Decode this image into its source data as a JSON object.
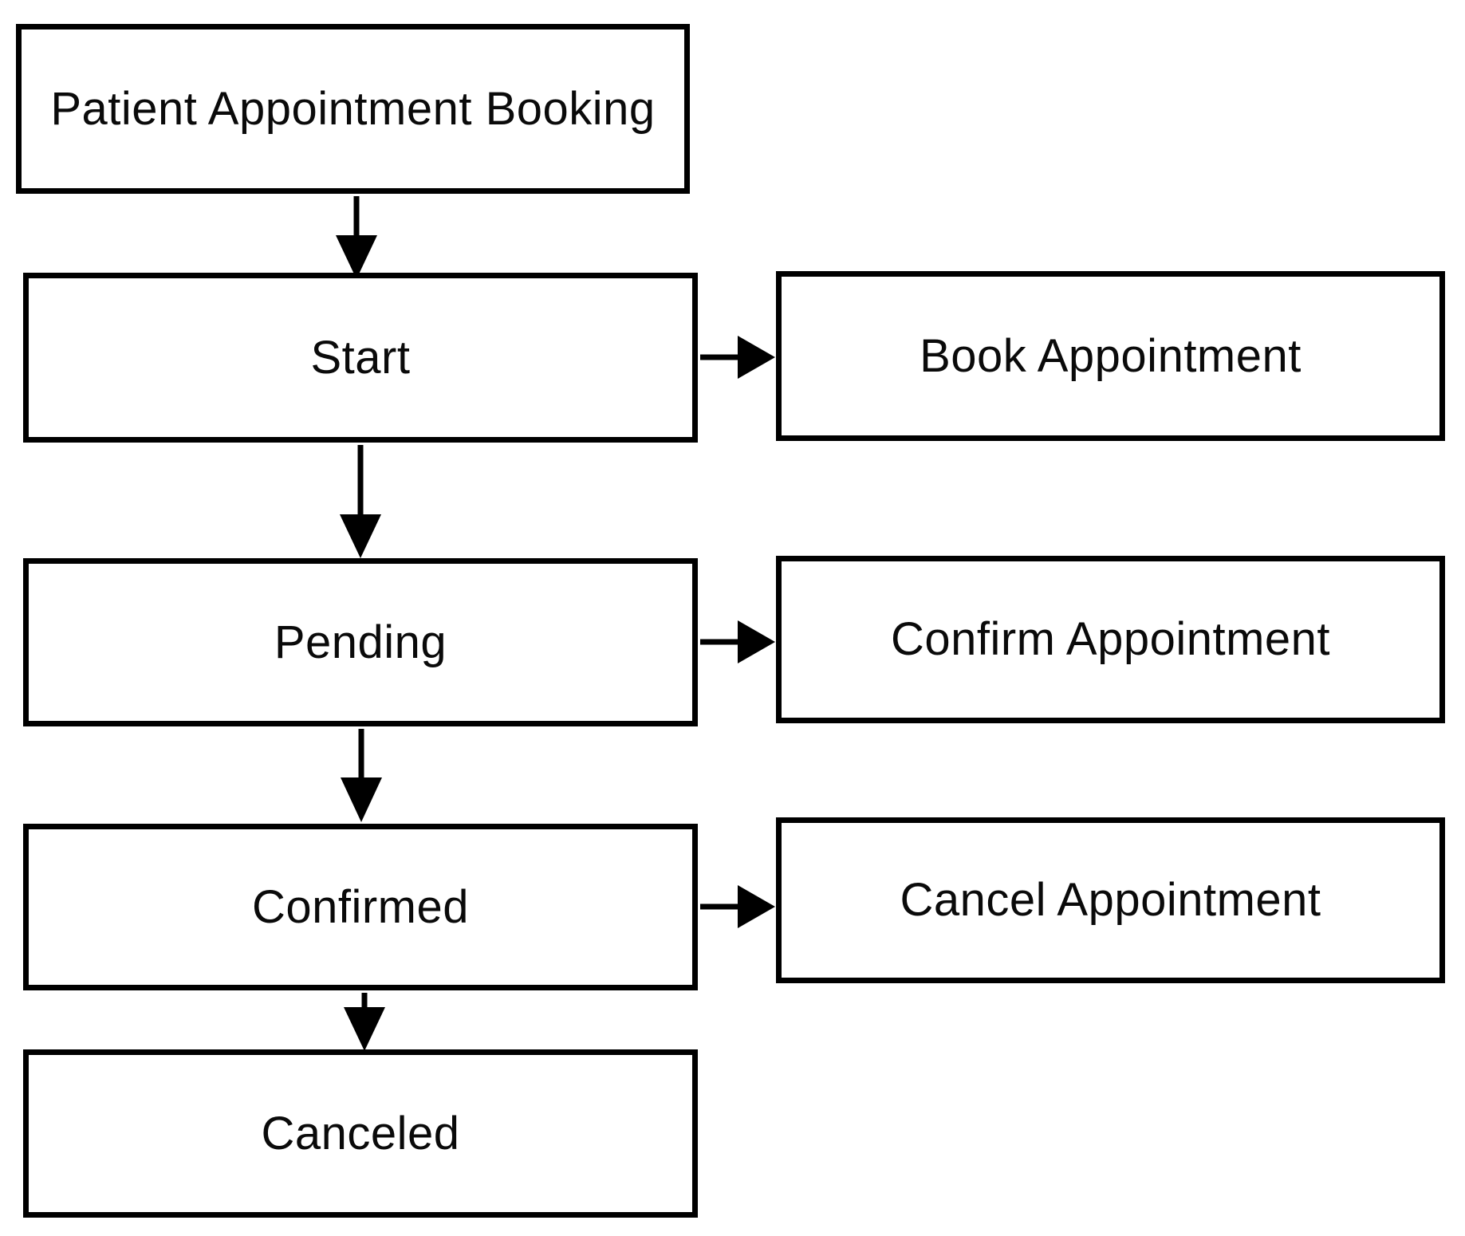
{
  "diagram": {
    "type": "flowchart",
    "background_color": "#ffffff",
    "line_color": "#000000",
    "text_color": "#0a0a0a",
    "nodes": {
      "title": {
        "label": "Patient Appointment Booking"
      },
      "start": {
        "label": "Start"
      },
      "book": {
        "label": "Book Appointment"
      },
      "pending": {
        "label": "Pending"
      },
      "confirm": {
        "label": "Confirm Appointment"
      },
      "confirmed": {
        "label": "Confirmed"
      },
      "cancel": {
        "label": "Cancel Appointment"
      },
      "canceled": {
        "label": "Canceled"
      }
    },
    "edges": [
      {
        "from": "title",
        "to": "start"
      },
      {
        "from": "start",
        "to": "book"
      },
      {
        "from": "start",
        "to": "pending"
      },
      {
        "from": "pending",
        "to": "confirm"
      },
      {
        "from": "pending",
        "to": "confirmed"
      },
      {
        "from": "confirmed",
        "to": "cancel"
      },
      {
        "from": "confirmed",
        "to": "canceled"
      }
    ]
  }
}
